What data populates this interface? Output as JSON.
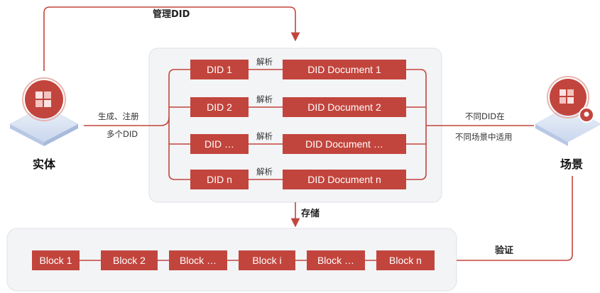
{
  "entity": {
    "label": "实体",
    "icon": "entity-cube-icon"
  },
  "scene": {
    "label": "场景",
    "icon": "scene-location-icon"
  },
  "top_arrow_label": "管理DID",
  "register": {
    "line1": "生成、注册",
    "line2": "多个DID"
  },
  "apply": {
    "line1": "不同DID在",
    "line2": "不同场景中适用"
  },
  "store_label": "存储",
  "verify_label": "验证",
  "parse_label": "解析",
  "dids": [
    "DID 1",
    "DID 2",
    "DID …",
    "DID n"
  ],
  "documents": [
    "DID Document 1",
    "DID Document 2",
    "DID Document …",
    "DID Document n"
  ],
  "blocks": [
    "Block 1",
    "Block 2",
    "Block …",
    "Block i",
    "Block …",
    "Block n"
  ],
  "colors": {
    "accent": "#c2453d",
    "panel": "#f3f4f6",
    "platform": "#dbe6f6"
  }
}
